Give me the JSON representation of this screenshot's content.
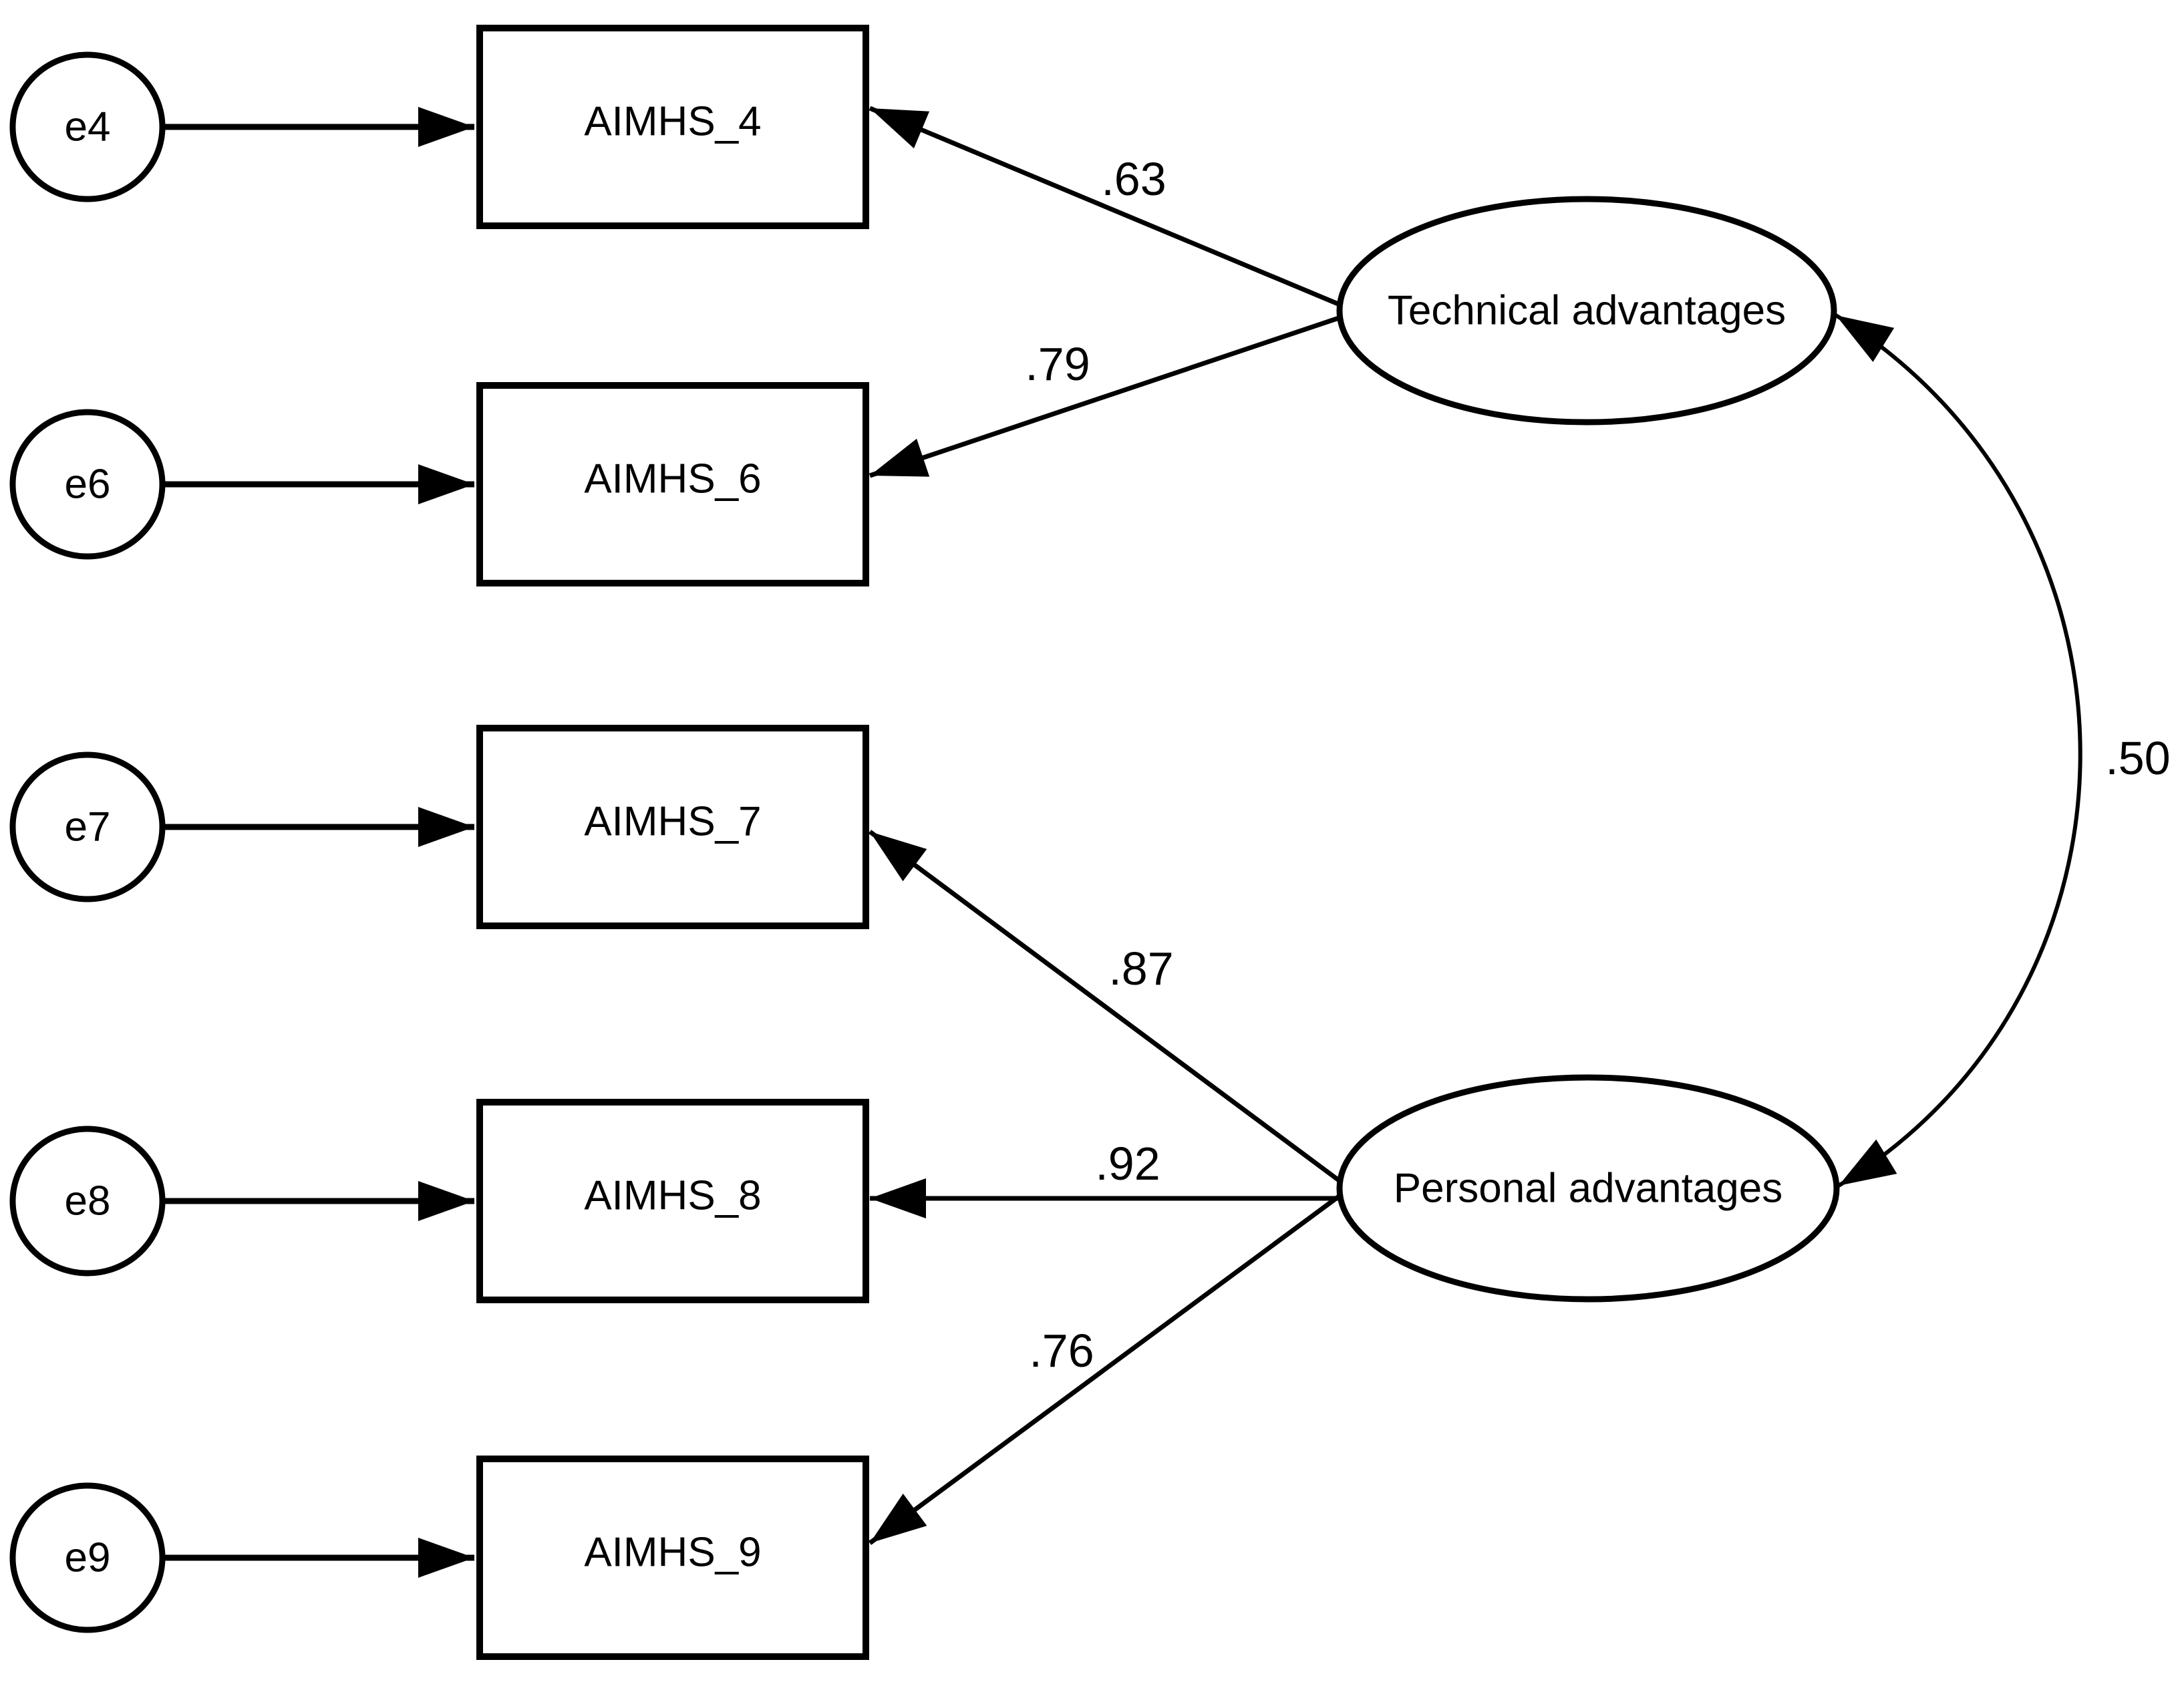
{
  "model": {
    "type": "confirmatory-factor-analysis-path-diagram",
    "colors": {
      "stroke": "#000000",
      "shape_fill": "#ffffff",
      "background": "#ffffff"
    },
    "factors": [
      {
        "name": "Technical advantages"
      },
      {
        "name": "Personal advantages"
      }
    ],
    "indicators": [
      {
        "variable": "AIMHS_4",
        "error": "e4",
        "factor": "Technical advantages",
        "loading": ".63"
      },
      {
        "variable": "AIMHS_6",
        "error": "e6",
        "factor": "Technical advantages",
        "loading": ".79"
      },
      {
        "variable": "AIMHS_7",
        "error": "e7",
        "factor": "Personal advantages",
        "loading": ".87"
      },
      {
        "variable": "AIMHS_8",
        "error": "e8",
        "factor": "Personal advantages",
        "loading": ".92"
      },
      {
        "variable": "AIMHS_9",
        "error": "e9",
        "factor": "Personal advantages",
        "loading": ".76"
      }
    ],
    "covariance": {
      "between": [
        "Technical advantages",
        "Personal advantages"
      ],
      "label": ".50"
    }
  }
}
